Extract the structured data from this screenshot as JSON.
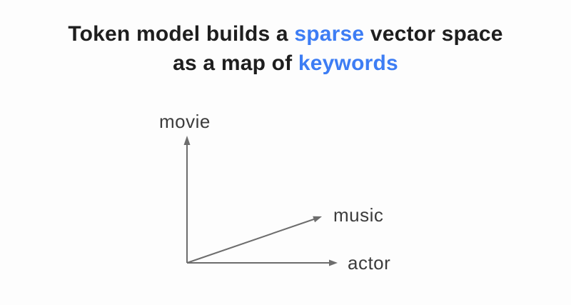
{
  "page": {
    "background_color": "#fdfdfd"
  },
  "title": {
    "text_color": "#1e1e1e",
    "accent_color": "#3d7df4",
    "full_text": "Token model builds a sparse vector space as a map of keywords",
    "line1": {
      "part1": "Token model builds a ",
      "highlight": "sparse",
      "part2": " vector space"
    },
    "line2": {
      "part1": "as a map of ",
      "highlight": "keywords"
    }
  },
  "diagram": {
    "type": "vector-space-axes",
    "arrow_color": "#6d6d6d",
    "label_color": "#3c3c3c",
    "axes": [
      {
        "label": "movie",
        "direction": "up"
      },
      {
        "label": "music",
        "direction": "up-right-diagonal"
      },
      {
        "label": "actor",
        "direction": "right"
      }
    ]
  }
}
